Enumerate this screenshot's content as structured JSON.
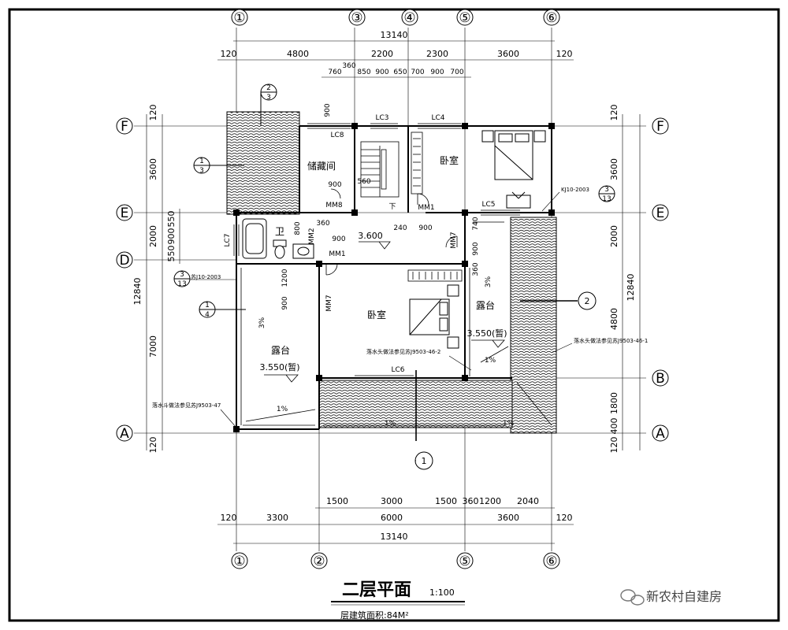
{
  "drawing": {
    "title": "二层平面",
    "scale": "1:100",
    "floor_area": "层建筑面积:84M²",
    "watermark": "新农村自建房"
  },
  "axes": {
    "top": [
      "①",
      "③",
      "④",
      "⑤",
      "⑥"
    ],
    "bottom": [
      "①",
      "②",
      "⑤",
      "⑥"
    ],
    "left": [
      {
        "label": "F",
        "name": "axis-F-left"
      },
      {
        "label": "E",
        "name": "axis-E-left"
      },
      {
        "label": "D",
        "name": "axis-D-left"
      },
      {
        "label": "A",
        "name": "axis-A-left"
      }
    ],
    "right": [
      {
        "label": "F",
        "name": "axis-F-right"
      },
      {
        "label": "E",
        "name": "axis-E-right"
      },
      {
        "label": "B",
        "name": "axis-B-right"
      },
      {
        "label": "A",
        "name": "axis-A-right"
      }
    ]
  },
  "top_dims": {
    "total": "13140",
    "row2": [
      "120",
      "4800",
      "2200",
      "2300",
      "3600",
      "120"
    ],
    "row3": [
      "760",
      "360",
      "850",
      "900",
      "650",
      "700",
      "900",
      "700"
    ],
    "small": "900"
  },
  "bottom_dims": {
    "row1": [
      "1500",
      "3000",
      "1500",
      "360",
      "1200",
      "2040"
    ],
    "row2": [
      "120",
      "3300",
      "6000",
      "3600",
      "120"
    ],
    "total": "13140"
  },
  "left_dims": {
    "outer": [
      "120",
      "3600",
      "2000",
      "7000",
      "120"
    ],
    "inner": [
      "550",
      "900",
      "550"
    ],
    "total": "12840"
  },
  "right_dims": {
    "outer": [
      "120",
      "3600",
      "2000",
      "4800",
      "1800",
      "400",
      "120"
    ],
    "total": "12840"
  },
  "rooms": {
    "storage": "储藏间",
    "bedroom_north": "卧室",
    "bath": "卫",
    "bedroom_main": "卧室",
    "terrace_east": "露台",
    "terrace_west": "露台",
    "stair_down": "下"
  },
  "elevations": {
    "hall": "3.600",
    "terrace_east": "3.550(暂)",
    "terrace_west": "3.550(暂)"
  },
  "openings": {
    "lc3": "LC3",
    "lc4": "LC4",
    "lc8": "LC8",
    "lc5": "LC5",
    "lc7": "LC7",
    "lc6": "LC6",
    "mm8": "MM8",
    "mm1a": "MM1",
    "mm1b": "MM1",
    "mm2": "MM2",
    "mm7a": "MM7",
    "mm7b": "MM7"
  },
  "inner_dims": {
    "d900a": "900",
    "d560": "560",
    "d800": "800",
    "d360a": "360",
    "d900b": "900",
    "d240": "240",
    "d900c": "900",
    "d900d": "900",
    "d740": "740",
    "d360b": "360",
    "d1200": "1200",
    "d900e": "900"
  },
  "slopes": [
    "3%",
    "3%",
    "1%",
    "1%",
    "1%",
    "1%"
  ],
  "notes": {
    "kj": "KJ10-2003",
    "su": "苏J10-2003",
    "drain1": "落水头做法参见苏J9503-46-1",
    "drain2": "落水头做法参见苏J9503-46-2",
    "drain3": "落水斗做法参见苏J9503-47"
  },
  "section_marks": {
    "s1": {
      "num": "1",
      "den": "3"
    },
    "s2": {
      "num": "2",
      "den": "3"
    },
    "s3": {
      "num": "1",
      "den": "4"
    },
    "s4": {
      "num": "3",
      "den": "13"
    },
    "s5": {
      "num": "3",
      "den": "13"
    },
    "cut1": "1",
    "cut2": "2"
  }
}
